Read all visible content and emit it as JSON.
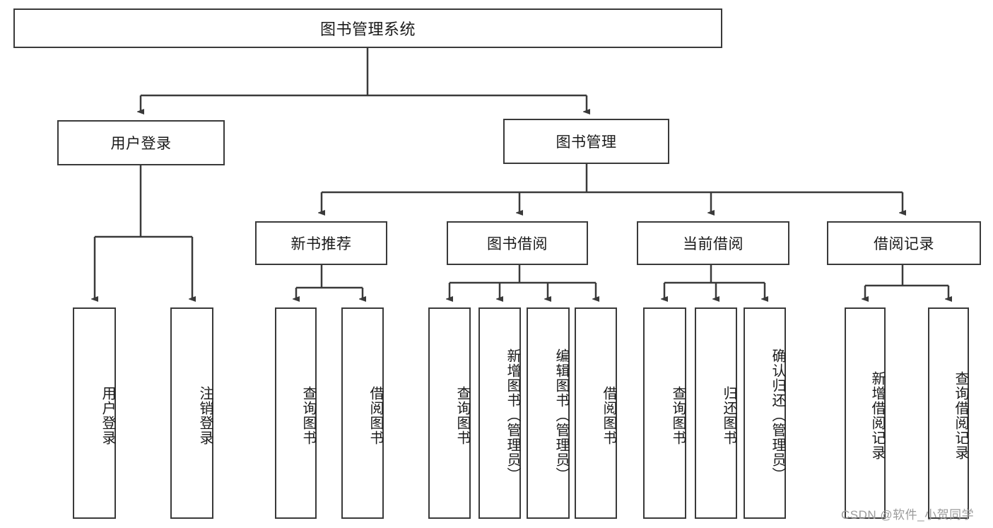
{
  "diagram": {
    "type": "tree-hierarchy-chart",
    "title": "图书管理系统",
    "watermark": "CSDN @软件_小贺同学",
    "colors": {
      "background": "#ffffff",
      "box_border": "#3a3a3a",
      "box_fill": "#ffffff",
      "connector": "#3a3a3a",
      "text": "#1a1a1a",
      "watermark_text": "#9b9b9b"
    },
    "root": {
      "id": "root",
      "label": "图书管理系统"
    },
    "level2": [
      {
        "id": "user-login",
        "label": "用户登录"
      },
      {
        "id": "book-manage",
        "label": "图书管理"
      }
    ],
    "level3": [
      {
        "id": "new-book-recommend",
        "label": "新书推荐"
      },
      {
        "id": "book-borrow",
        "label": "图书借阅"
      },
      {
        "id": "current-borrow",
        "label": "当前借阅"
      },
      {
        "id": "borrow-record",
        "label": "借阅记录"
      }
    ],
    "leaves": {
      "user_login": [
        {
          "id": "leaf-user-login",
          "label": "用户登录"
        },
        {
          "id": "leaf-logout-login",
          "label": "注销登录"
        }
      ],
      "new_book_recommend": [
        {
          "id": "leaf-query-book-1",
          "label": "查询图书"
        },
        {
          "id": "leaf-borrow-book-1",
          "label": "借阅图书"
        }
      ],
      "book_borrow": [
        {
          "id": "leaf-query-book-2",
          "label": "查询图书"
        },
        {
          "id": "leaf-add-book",
          "label": "新增图书（管理员）"
        },
        {
          "id": "leaf-edit-book",
          "label": "编辑图书（管理员）"
        },
        {
          "id": "leaf-borrow-book-2",
          "label": "借阅图书"
        }
      ],
      "current_borrow": [
        {
          "id": "leaf-query-book-3",
          "label": "查询图书"
        },
        {
          "id": "leaf-return-book",
          "label": "归还图书"
        },
        {
          "id": "leaf-confirm-return",
          "label": "确认归还（管理员）"
        }
      ],
      "borrow_record": [
        {
          "id": "leaf-add-record",
          "label": "新增借阅记录"
        },
        {
          "id": "leaf-query-record",
          "label": "查询借阅记录"
        }
      ]
    }
  }
}
